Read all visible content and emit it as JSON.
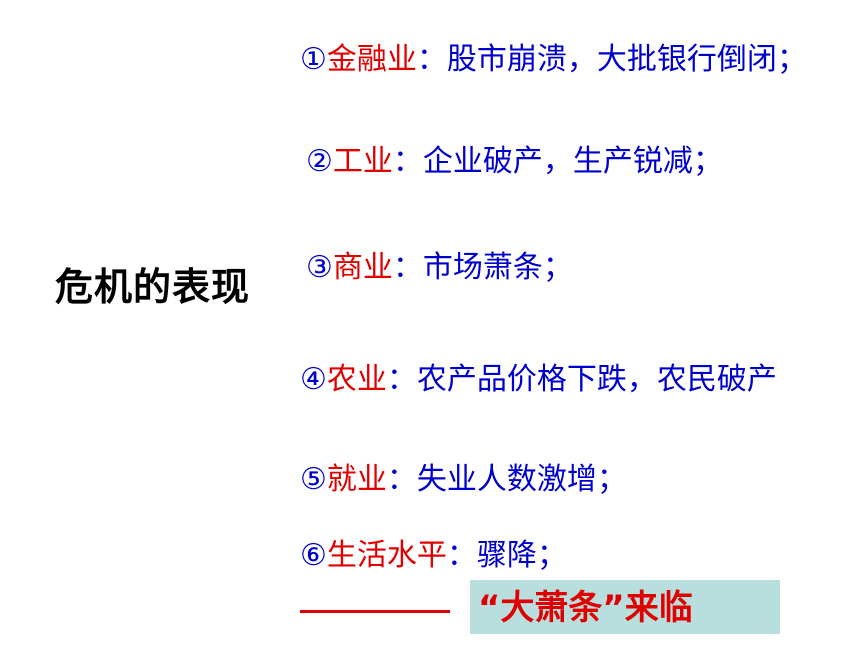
{
  "title": "危机的表现",
  "items": [
    {
      "num": "①",
      "category": "金融业",
      "sep": "：",
      "desc": "股市崩溃，大批银行倒闭；"
    },
    {
      "num": "②",
      "category": "工业",
      "sep": "：",
      "desc": "企业破产，生产锐减；"
    },
    {
      "num": "③",
      "category": "商业",
      "sep": "：",
      "desc": "市场萧条；"
    },
    {
      "num": "④",
      "category": "农业",
      "sep": "：",
      "desc": "农产品价格下跌，农民破产"
    },
    {
      "num": "⑤",
      "category": "就业",
      "sep": "：",
      "desc": "失业人数激增；"
    },
    {
      "num": "⑥",
      "category": "生活水平",
      "sep": "：",
      "desc": "骤降；"
    }
  ],
  "result": "“大萧条”来临",
  "colors": {
    "category": "#e00000",
    "desc": "#0000cc",
    "box": "#b9dede"
  }
}
